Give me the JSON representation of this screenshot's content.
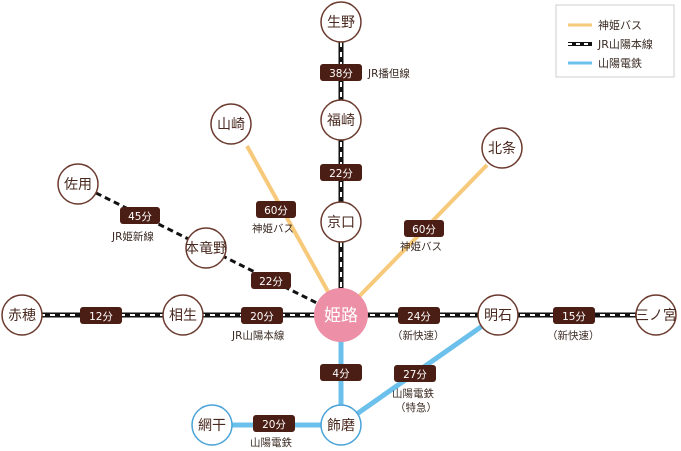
{
  "legend": [
    {
      "label": "神姫バス",
      "color": "#f7c97a",
      "style": "solid"
    },
    {
      "label": "JR山陽本線",
      "color": "#111111",
      "style": "dashed"
    },
    {
      "label": "山陽電鉄",
      "color": "#6cc0ec",
      "style": "solid"
    }
  ],
  "stations": {
    "ikuno": "生野",
    "fukusaki": "福崎",
    "yamasaki": "山崎",
    "kyoguchi": "京口",
    "hojo": "北条",
    "sayo": "佐用",
    "hontatsuno": "本竜野",
    "himeji": "姫路",
    "ako": "赤穂",
    "aioi": "相生",
    "akashi": "明石",
    "sannomiya": "三ノ宮",
    "aboshi": "網干",
    "shikama": "飾磨"
  },
  "segments": {
    "ikuno_fukusaki": {
      "time": "38分",
      "line": "JR播但線"
    },
    "fukusaki_kyoguchi": {
      "time": "22分"
    },
    "yamasaki_himeji": {
      "time": "60分",
      "line": "神姫バス"
    },
    "hojo_himeji": {
      "time": "60分",
      "line": "神姫バス"
    },
    "sayo_hontatsuno": {
      "time": "45分",
      "line": "JR姫新線"
    },
    "hontatsuno_himeji": {
      "time": "22分"
    },
    "ako_aioi": {
      "time": "12分"
    },
    "aioi_himeji": {
      "time": "20分",
      "line": "JR山陽本線"
    },
    "himeji_akashi": {
      "time": "24分",
      "note": "（新快速）"
    },
    "akashi_sannomiya": {
      "time": "15分",
      "note": "（新快速）"
    },
    "himeji_shikama": {
      "time": "4分"
    },
    "shikama_akashi": {
      "time": "27分",
      "line": "山陽電鉄",
      "note": "（特急）"
    },
    "aboshi_shikama": {
      "time": "20分",
      "line": "山陽電鉄"
    }
  }
}
